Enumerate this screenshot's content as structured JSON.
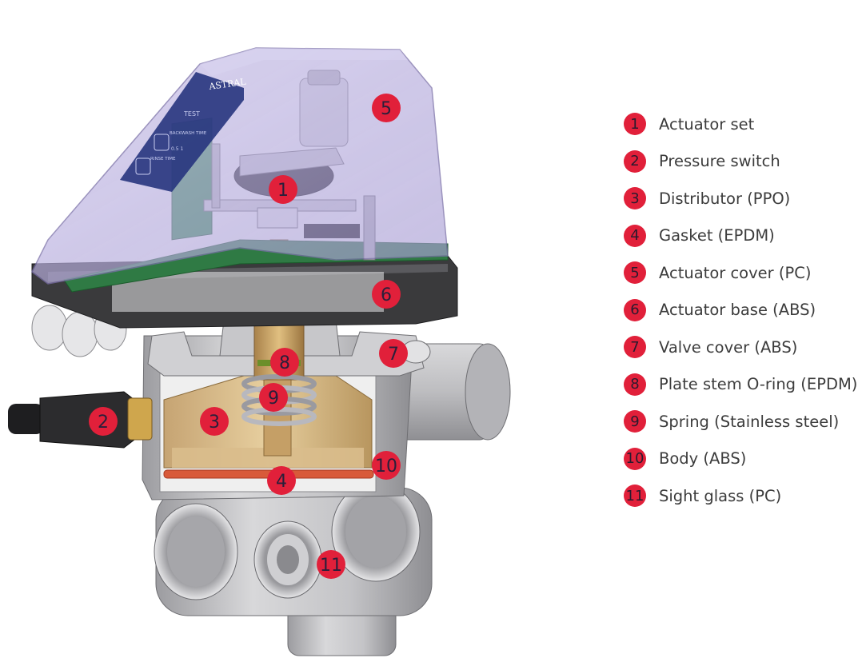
{
  "brand": "ASTRAL",
  "panel": {
    "test_label": "TEST",
    "backwash_time_label": "BACKWASH TIME",
    "rinse_time_label": "RINSE TIME",
    "scale_text": "0.5 1"
  },
  "colors": {
    "marker": "#e1203a",
    "cover": "#b9b0dc",
    "base": "#3a3a3c",
    "body": "#c9c9cb",
    "distributor": "#d6b989",
    "gasket": "#d85a3a",
    "pcb": "#2f8f4a"
  },
  "legend": [
    {
      "num": "1",
      "label": "Actuator set"
    },
    {
      "num": "2",
      "label": "Pressure switch"
    },
    {
      "num": "3",
      "label": "Distributor (PPO)"
    },
    {
      "num": "4",
      "label": "Gasket (EPDM)"
    },
    {
      "num": "5",
      "label": "Actuator cover (PC)"
    },
    {
      "num": "6",
      "label": "Actuator base (ABS)"
    },
    {
      "num": "7",
      "label": "Valve cover (ABS)"
    },
    {
      "num": "8",
      "label": "Plate stem O-ring (EPDM)"
    },
    {
      "num": "9",
      "label": "Spring (Stainless steel)"
    },
    {
      "num": "10",
      "label": "Body (ABS)"
    },
    {
      "num": "11",
      "label": "Sight glass (PC)"
    }
  ],
  "callouts": [
    "1",
    "2",
    "3",
    "4",
    "5",
    "6",
    "7",
    "8",
    "9",
    "10",
    "11"
  ]
}
